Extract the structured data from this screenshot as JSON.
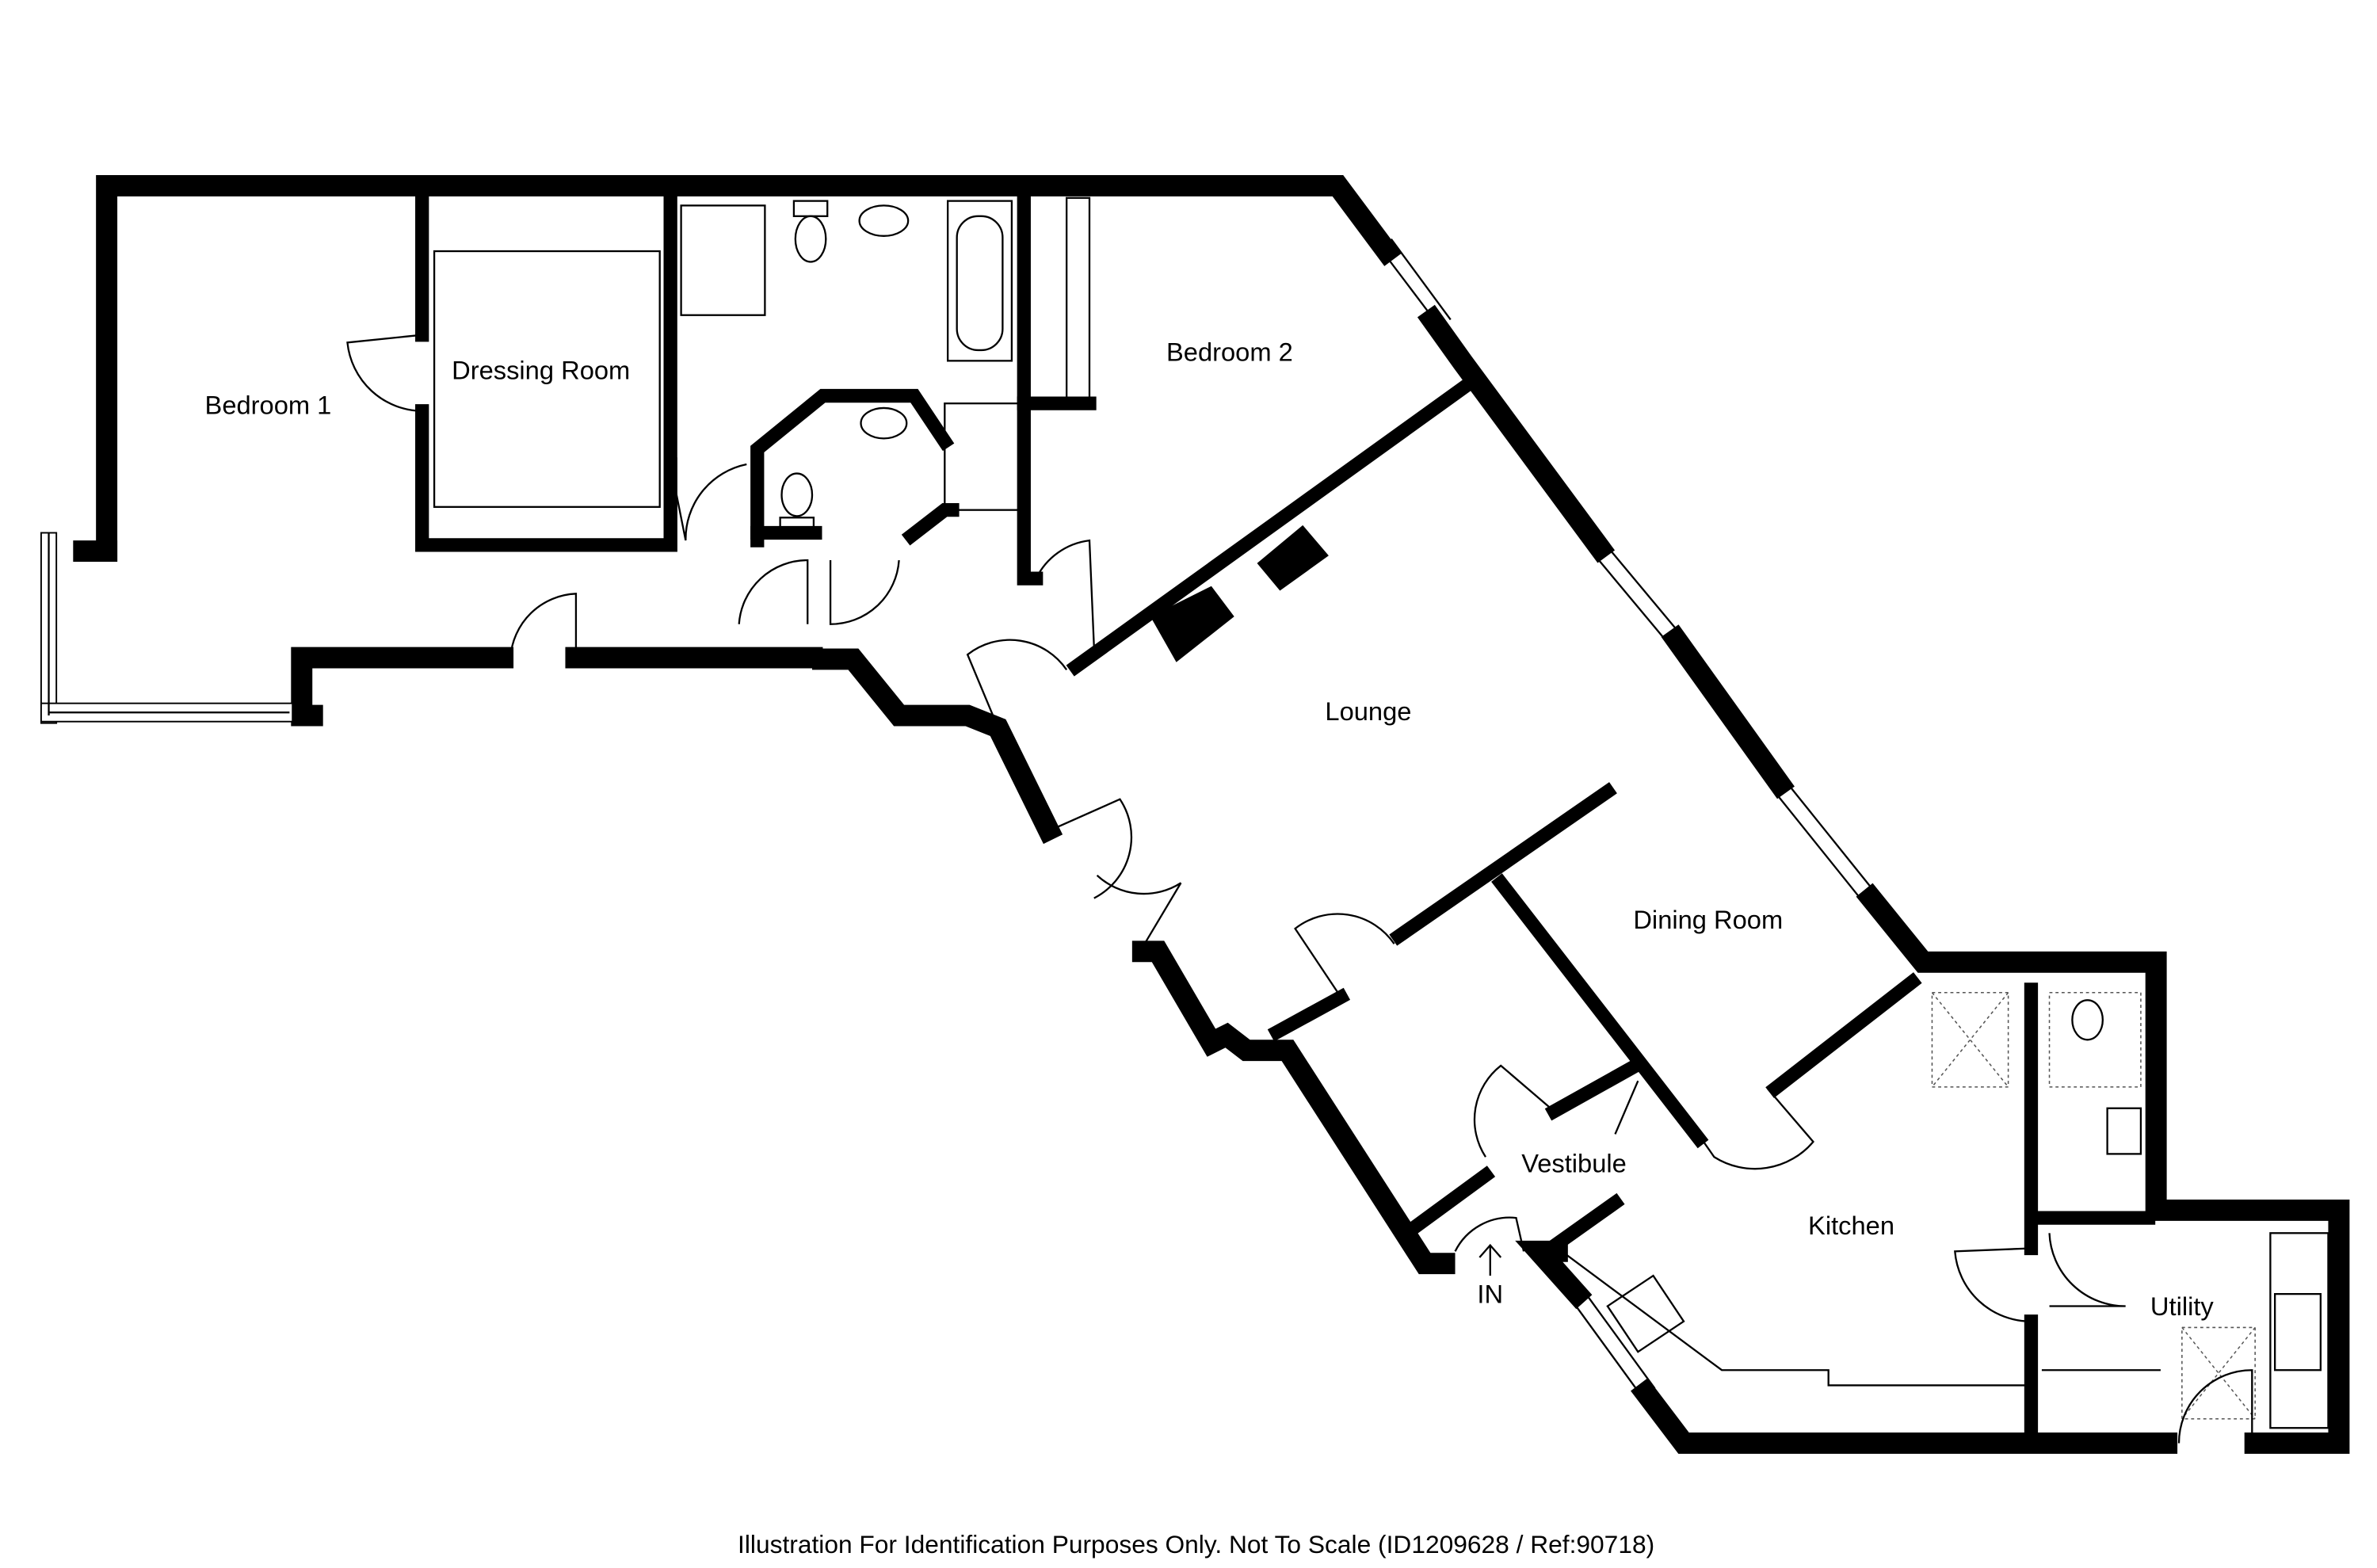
{
  "rooms": {
    "bedroom1": "Bedroom 1",
    "dressing_room": "Dressing Room",
    "bedroom2": "Bedroom 2",
    "lounge": "Lounge",
    "dining_room": "Dining Room",
    "vestibule": "Vestibule",
    "kitchen": "Kitchen",
    "utility": "Utility"
  },
  "entrance_label": "IN",
  "footer": "Illustration For Identification Purposes Only. Not To Scale (ID1209628 / Ref:90718)"
}
